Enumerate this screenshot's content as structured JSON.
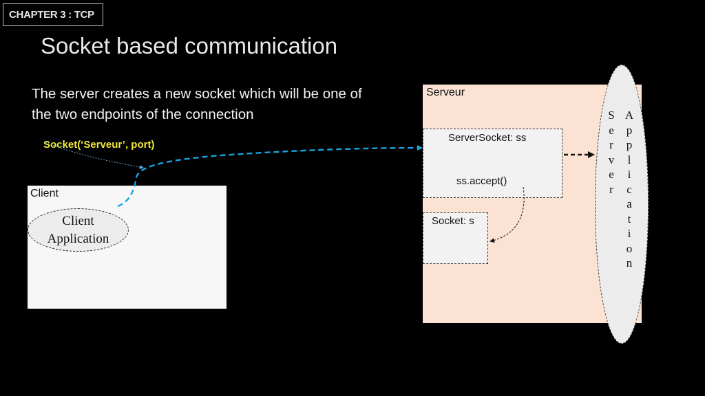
{
  "header": {
    "chapter_tag": "CHAPTER 3 : TCP",
    "title": "Socket based communication"
  },
  "description": {
    "line1": "The server creates a new socket which will be one of",
    "line2": "the two endpoints of the connection"
  },
  "annotation": {
    "socket_call": "Socket(‘Serveur’, port)",
    "color": "#f2e93a"
  },
  "client": {
    "label": "Client",
    "app_line1": "Client",
    "app_line2": "Application"
  },
  "server": {
    "label": "Serveur",
    "server_socket_label": "ServerSocket: ss",
    "accept_label": "ss.accept()",
    "socket_label": "Socket: s",
    "app_word1": "Server",
    "app_word2": "Application",
    "fill_color": "#fbe2d3"
  },
  "connection": {
    "line_color": "#1aa3e0"
  }
}
